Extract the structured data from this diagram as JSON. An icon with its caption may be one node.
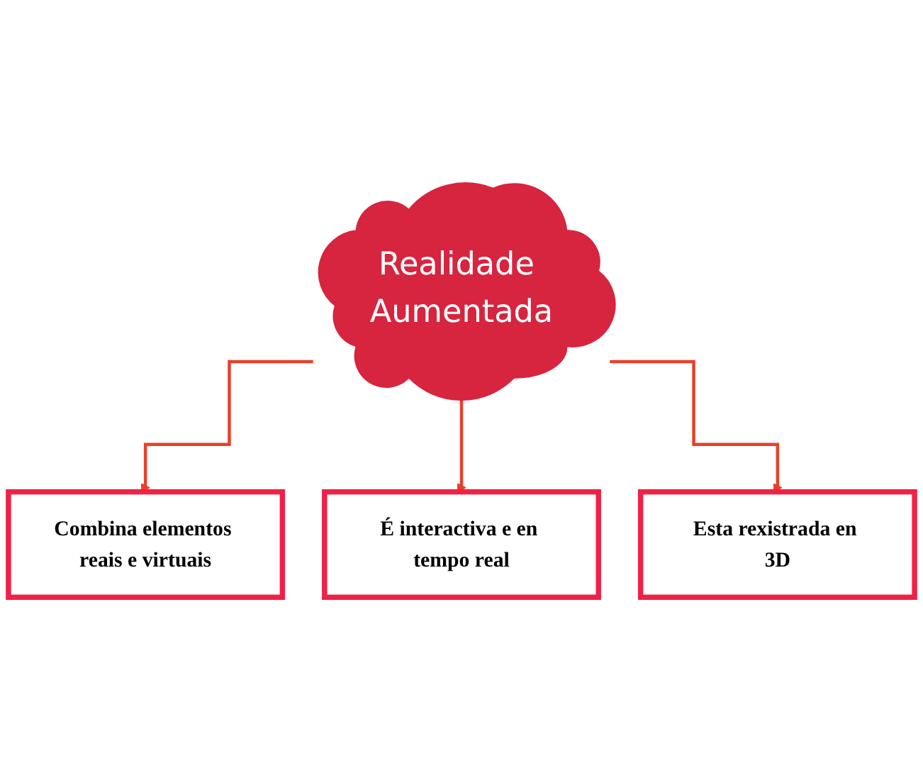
{
  "diagram": {
    "nodes": [
      {
        "text": [
          "Realidade Aumentada"
        ]
      },
      {
        "text": [
          "Combina elementos reais e virtuais"
        ]
      },
      {
        "text": [
          "É interactiva e en tempo real"
        ]
      },
      {
        "text": [
          "Esta rexistrada en 3D"
        ]
      }
    ],
    "edges": [
      {
        "from": 0,
        "to": 1,
        "arrow": "to"
      },
      {
        "from": 0,
        "to": 2,
        "arrow": "to"
      },
      {
        "from": 0,
        "to": 3,
        "arrow": "to"
      }
    ]
  }
}
